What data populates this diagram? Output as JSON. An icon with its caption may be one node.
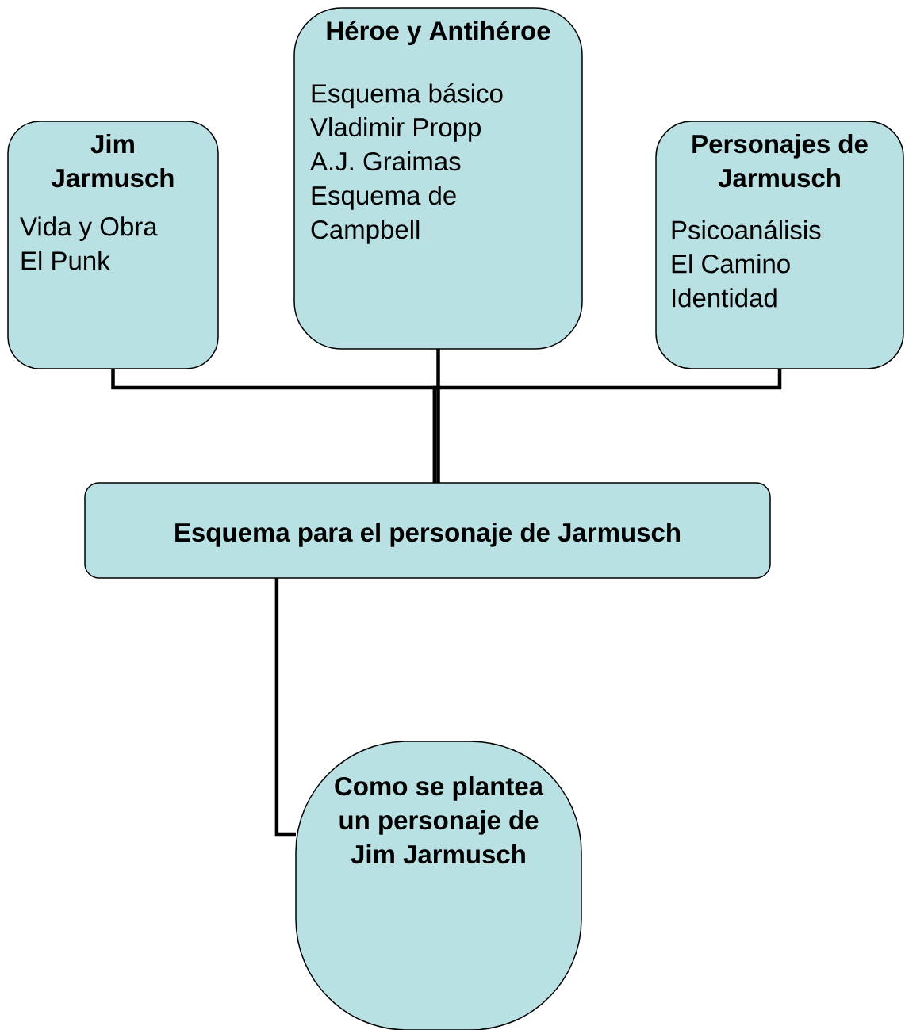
{
  "diagram": {
    "nodes": [
      {
        "text": [
          "Jim Jarmusch",
          "Vida y Obra",
          "El Punk"
        ]
      },
      {
        "text": [
          "Héroe y Antihéroe",
          "Esquema básico",
          "Vladimir Propp",
          "A.J. Graimas",
          "Esquema de Campbell"
        ]
      },
      {
        "text": [
          "Personajes de Jarmusch",
          "Psicoanálisis",
          "El Camino",
          "Identidad"
        ]
      },
      {
        "text": [
          "Esquema para el personaje de Jarmusch"
        ]
      },
      {
        "text": [
          "Como se plantea un personaje de Jim Jarmusch"
        ]
      }
    ],
    "edges": [
      {
        "from": 0,
        "to": 3,
        "arrow": "none"
      },
      {
        "from": 1,
        "to": 3,
        "arrow": "none"
      },
      {
        "from": 2,
        "to": 3,
        "arrow": "none"
      },
      {
        "from": 3,
        "to": 4,
        "arrow": "none"
      }
    ]
  }
}
